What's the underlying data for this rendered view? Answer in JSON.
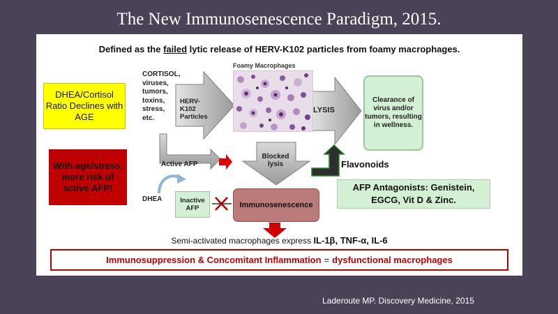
{
  "slide": {
    "title": "The New Immunosenescence Paradigm, 2015.",
    "citation": "Laderoute MP. Discovery Medicine, 2015"
  },
  "diagram": {
    "subtitle_before": "Defined as the ",
    "subtitle_underlined": "failed",
    "subtitle_after": " lytic release of HERV-K102 particles from foamy macrophages.",
    "dhea_ratio": "DHEA/Cortisol Ratio Declines with AGE",
    "age_risk": "With age/stress, more risk of active AFP!",
    "triggers": [
      "CORTISOL,",
      "viruses,",
      "tumors,",
      "toxins,",
      "stress,",
      "etc."
    ],
    "foamy_macrophages": "Foamy Macrophages",
    "herv_particles": "HERV-K102 Particles",
    "lysis": "LYSIS",
    "clearance": "Clearance of virus and/or tumors, resulting in wellness.",
    "active_afp": "Active AFP",
    "blocked_lysis": "Blocked lysis",
    "flavonoids": "Flavonoids",
    "dhea": "DHEA",
    "inactive_afp": "Inactive AFP",
    "immunosenescence": "Immunosenescence",
    "afp_antagonists": "AFP Antagonists: Genistein, EGCG, Vit D & Zinc.",
    "express_prefix": "Semi-activated macrophages express ",
    "cytokines": "IL-1β, TNF-α, IL-6",
    "conclusion_left": "Immunosuppression & Concomitant Inflammation",
    "conclusion_eq": "=",
    "conclusion_right": "dysfunctional macrophages"
  },
  "colors": {
    "background": "#4a4358",
    "highlight_yellow": "#ffff00",
    "alert_red": "#c00000",
    "green_box": "#d4f0d4",
    "immuno_box": "#bb7b7b",
    "arrow_gray": "#a0a0a0"
  }
}
